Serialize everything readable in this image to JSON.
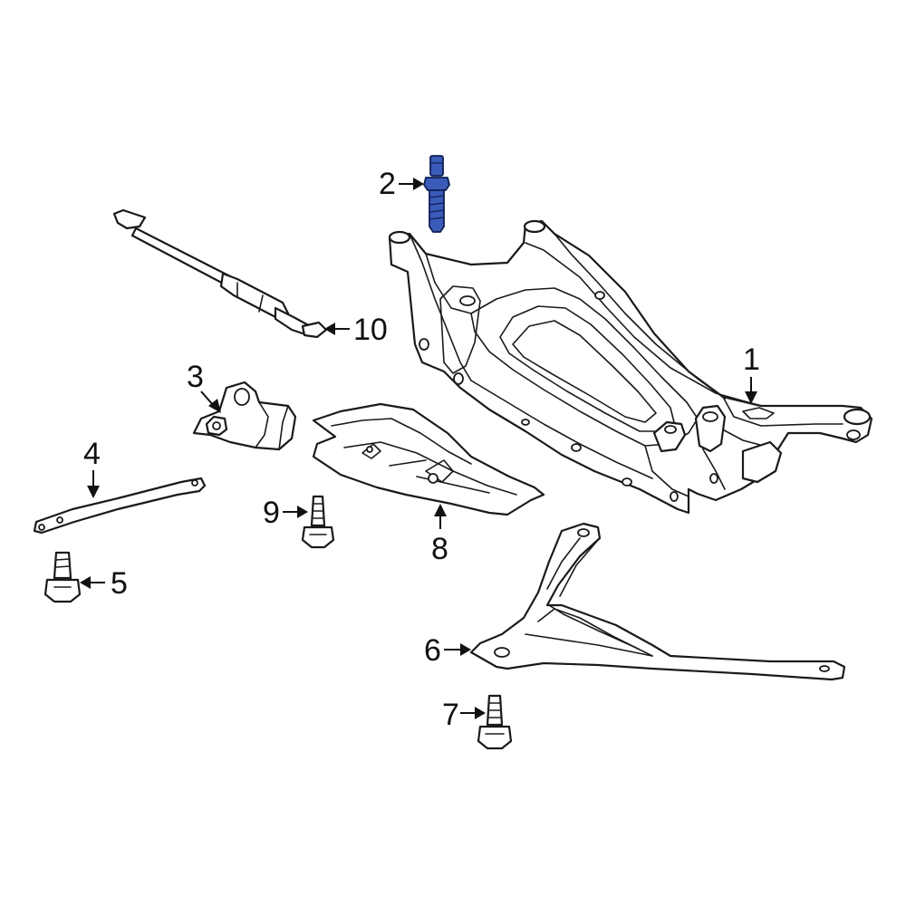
{
  "callouts": {
    "c1": "1",
    "c2": "2",
    "c3": "3",
    "c4": "4",
    "c5": "5",
    "c6": "6",
    "c7": "7",
    "c8": "8",
    "c9": "9",
    "c10": "10"
  },
  "colors": {
    "highlight": "#3a5bb8",
    "line": "#1a1a1a",
    "background": "#ffffff"
  }
}
